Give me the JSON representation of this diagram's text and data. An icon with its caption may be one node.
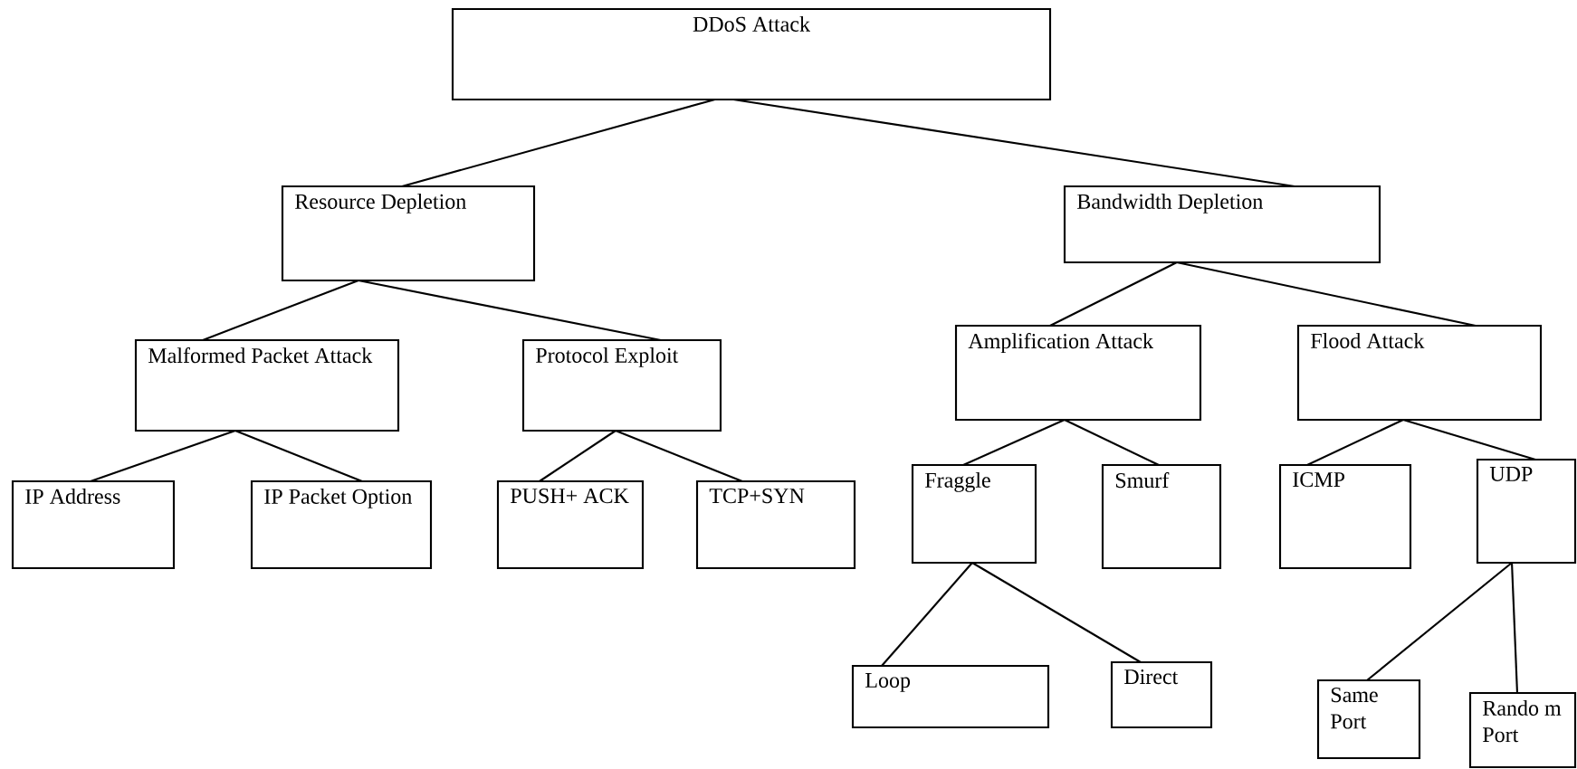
{
  "diagram": {
    "nodes": [
      {
        "text": [
          "DDoS Attack"
        ]
      },
      {
        "text": [
          "Resource Depletion"
        ]
      },
      {
        "text": [
          "Bandwidth Depletion"
        ]
      },
      {
        "text": [
          "Malformed Packet Attack"
        ]
      },
      {
        "text": [
          "Protocol Exploit"
        ]
      },
      {
        "text": [
          "Amplification Attack"
        ]
      },
      {
        "text": [
          "Flood Attack"
        ]
      },
      {
        "text": [
          "IP Address"
        ]
      },
      {
        "text": [
          "IP Packet Option"
        ]
      },
      {
        "text": [
          "PUSH+ ACK"
        ]
      },
      {
        "text": [
          "TCP+SYN"
        ]
      },
      {
        "text": [
          "Fraggle"
        ]
      },
      {
        "text": [
          "Smurf"
        ]
      },
      {
        "text": [
          "ICMP"
        ]
      },
      {
        "text": [
          "UDP"
        ]
      },
      {
        "text": [
          "Loop"
        ]
      },
      {
        "text": [
          "Direct"
        ]
      },
      {
        "text": [
          "Same Port"
        ]
      },
      {
        "text": [
          "Rando m Port"
        ]
      }
    ],
    "edges": [
      {
        "from": 0,
        "to": 1,
        "arrow": "none"
      },
      {
        "from": 0,
        "to": 2,
        "arrow": "none"
      },
      {
        "from": 1,
        "to": 3,
        "arrow": "none"
      },
      {
        "from": 1,
        "to": 4,
        "arrow": "none"
      },
      {
        "from": 2,
        "to": 5,
        "arrow": "none"
      },
      {
        "from": 2,
        "to": 6,
        "arrow": "none"
      },
      {
        "from": 3,
        "to": 7,
        "arrow": "none"
      },
      {
        "from": 3,
        "to": 8,
        "arrow": "none"
      },
      {
        "from": 4,
        "to": 9,
        "arrow": "none"
      },
      {
        "from": 4,
        "to": 10,
        "arrow": "none"
      },
      {
        "from": 5,
        "to": 11,
        "arrow": "none"
      },
      {
        "from": 5,
        "to": 12,
        "arrow": "none"
      },
      {
        "from": 6,
        "to": 13,
        "arrow": "none"
      },
      {
        "from": 6,
        "to": 14,
        "arrow": "none"
      },
      {
        "from": 11,
        "to": 15,
        "arrow": "none"
      },
      {
        "from": 11,
        "to": 16,
        "arrow": "none"
      },
      {
        "from": 14,
        "to": 17,
        "arrow": "none"
      },
      {
        "from": 14,
        "to": 18,
        "arrow": "none"
      }
    ]
  }
}
